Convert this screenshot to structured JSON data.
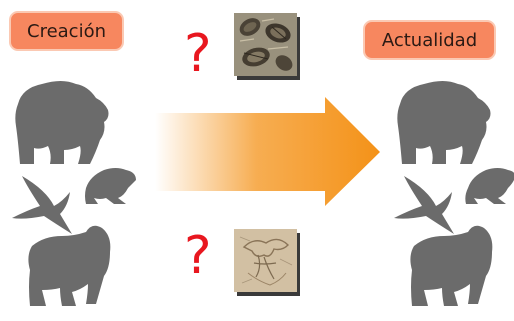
{
  "labels": {
    "left": "Creación",
    "right": "Actualidad"
  },
  "question_mark": "?",
  "icons": {
    "arrow": "gradient-right-arrow",
    "fossil_top": "trilobite-fossil-photo",
    "fossil_bottom": "bird-fossil-photo",
    "animals": [
      "bear-silhouette",
      "bird-silhouette",
      "frog-silhouette",
      "gorilla-silhouette"
    ]
  },
  "colors": {
    "label_fill": "#f7875f",
    "arrow_orange": "#f49218",
    "question_red": "#e8171f",
    "silhouette": "#6b6b6b"
  }
}
